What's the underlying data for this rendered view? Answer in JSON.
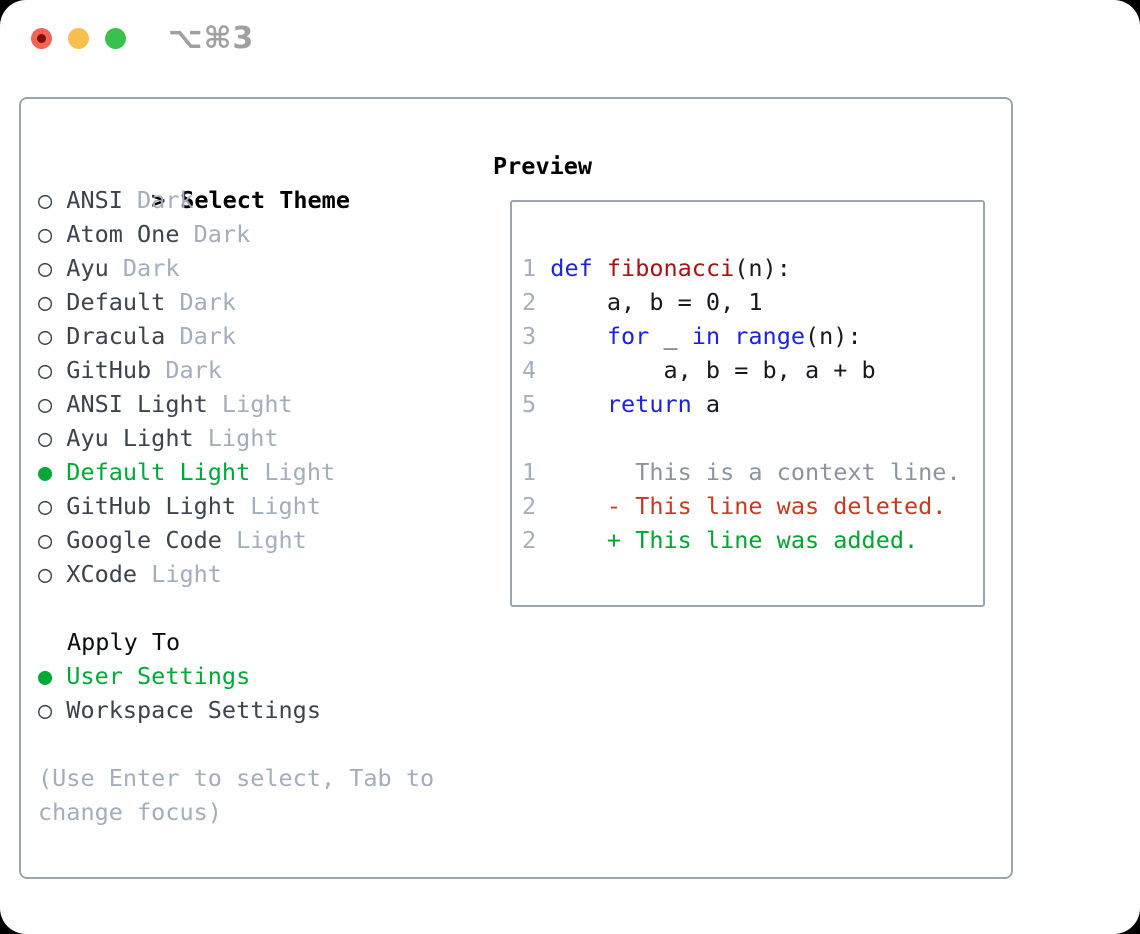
{
  "window": {
    "titlebar": {
      "shortcut": "⌥⌘3",
      "buttons": [
        "close",
        "minimize",
        "zoom"
      ]
    }
  },
  "theme_picker": {
    "prompt": ">",
    "title": "Select Theme",
    "items": [
      {
        "name": "ANSI",
        "variant": "Dark",
        "selected": false
      },
      {
        "name": "Atom One",
        "variant": "Dark",
        "selected": false
      },
      {
        "name": "Ayu",
        "variant": "Dark",
        "selected": false
      },
      {
        "name": "Default",
        "variant": "Dark",
        "selected": false
      },
      {
        "name": "Dracula",
        "variant": "Dark",
        "selected": false
      },
      {
        "name": "GitHub",
        "variant": "Dark",
        "selected": false
      },
      {
        "name": "ANSI Light",
        "variant": "Light",
        "selected": false
      },
      {
        "name": "Ayu Light",
        "variant": "Light",
        "selected": false
      },
      {
        "name": "Default Light",
        "variant": "Light",
        "selected": true
      },
      {
        "name": "GitHub Light",
        "variant": "Light",
        "selected": false
      },
      {
        "name": "Google Code",
        "variant": "Light",
        "selected": false
      },
      {
        "name": "XCode",
        "variant": "Light",
        "selected": false
      }
    ]
  },
  "apply_to": {
    "title": "Apply To",
    "options": [
      {
        "label": "User Settings",
        "selected": true
      },
      {
        "label": "Workspace Settings",
        "selected": false
      }
    ]
  },
  "hint": "(Use Enter to select, Tab to change focus)",
  "preview": {
    "title": "Preview",
    "code_lines": [
      {
        "num": "1",
        "tokens": [
          [
            "kw",
            "def"
          ],
          [
            "pl",
            " "
          ],
          [
            "fn",
            "fibonacci"
          ],
          [
            "pl",
            "(n):"
          ]
        ]
      },
      {
        "num": "2",
        "tokens": [
          [
            "pl",
            "    a, b = 0, 1"
          ]
        ]
      },
      {
        "num": "3",
        "tokens": [
          [
            "pl",
            "    "
          ],
          [
            "kw",
            "for"
          ],
          [
            "pl",
            " _ "
          ],
          [
            "kw",
            "in"
          ],
          [
            "pl",
            " "
          ],
          [
            "kw",
            "range"
          ],
          [
            "pl",
            "(n):"
          ]
        ]
      },
      {
        "num": "4",
        "tokens": [
          [
            "pl",
            "        a, b = b, a + b"
          ]
        ]
      },
      {
        "num": "5",
        "tokens": [
          [
            "pl",
            "    "
          ],
          [
            "kw",
            "return"
          ],
          [
            "pl",
            " a"
          ]
        ]
      },
      {
        "num": "",
        "tokens": []
      },
      {
        "num": "1",
        "tokens": [
          [
            "ctx",
            "      This is a context line."
          ]
        ]
      },
      {
        "num": "2",
        "tokens": [
          [
            "del",
            "    - This line was deleted."
          ]
        ]
      },
      {
        "num": "2",
        "tokens": [
          [
            "add",
            "    + This line was added."
          ]
        ]
      }
    ]
  },
  "colors": {
    "selection_green": "#00a838",
    "added_green": "#00a530",
    "deleted_red": "#c63a22",
    "keyword_blue": "#1d22de",
    "function_red": "#a31515",
    "muted_gray": "#a3adbb",
    "line_number_gray": "#a5afbc",
    "context_gray": "#8b949d",
    "border_gray": "#9ba5b0",
    "text_dark": "#3c434c",
    "code_black": "#16191e",
    "traffic_red": "#f26257",
    "traffic_red_dot": "#7d1007",
    "traffic_yellow": "#f6bf4f",
    "traffic_green": "#38c24d",
    "shortcut_gray": "#a0a0a0"
  }
}
